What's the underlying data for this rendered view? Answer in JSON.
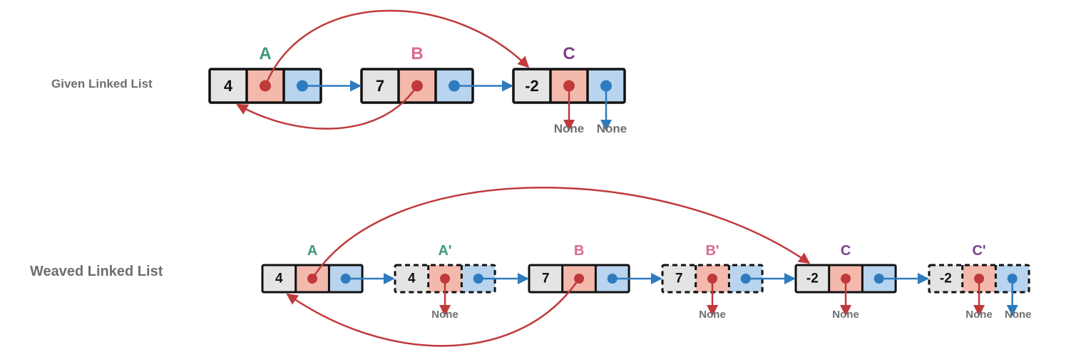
{
  "colors": {
    "data_cell": "#e4e4e4",
    "random_cell": "#f4b9ad",
    "next_cell": "#b8d4ee",
    "random_ptr": "#c0393b",
    "next_ptr": "#2e7bbf",
    "border": "#111111",
    "label_A": "#3b9a7a",
    "label_B": "#d96b8a",
    "label_C": "#7b3f8c",
    "muted_text": "#6e6e6e"
  },
  "given": {
    "row_label": "Given Linked List",
    "nodes": [
      {
        "id": "A",
        "label": "A",
        "value": "4",
        "color_key": "label_A",
        "dashed": false,
        "random_none": false,
        "next_none": false
      },
      {
        "id": "B",
        "label": "B",
        "value": "7",
        "color_key": "label_B",
        "dashed": false,
        "random_none": false,
        "next_none": false
      },
      {
        "id": "C",
        "label": "C",
        "value": "-2",
        "color_key": "label_C",
        "dashed": false,
        "random_none": true,
        "next_none": true
      }
    ],
    "random_links": [
      {
        "from": "A",
        "to": "C"
      },
      {
        "from": "B",
        "to": "A"
      }
    ],
    "none_text": "None"
  },
  "weaved": {
    "row_label": "Weaved Linked List",
    "nodes": [
      {
        "id": "A",
        "label": "A",
        "value": "4",
        "color_key": "label_A",
        "dashed": false,
        "random_none": false,
        "next_none": false
      },
      {
        "id": "A'",
        "label": "A'",
        "value": "4",
        "color_key": "label_A",
        "dashed": true,
        "random_none": true,
        "next_none": false
      },
      {
        "id": "B",
        "label": "B",
        "value": "7",
        "color_key": "label_B",
        "dashed": false,
        "random_none": false,
        "next_none": false
      },
      {
        "id": "B'",
        "label": "B'",
        "value": "7",
        "color_key": "label_B",
        "dashed": true,
        "random_none": true,
        "next_none": false
      },
      {
        "id": "C",
        "label": "C",
        "value": "-2",
        "color_key": "label_C",
        "dashed": false,
        "random_none": true,
        "next_none": false
      },
      {
        "id": "C'",
        "label": "C'",
        "value": "-2",
        "color_key": "label_C",
        "dashed": true,
        "random_none": true,
        "next_none": true
      }
    ],
    "random_links": [
      {
        "from": "A",
        "to": "C"
      },
      {
        "from": "B",
        "to": "A"
      }
    ],
    "none_text": "None"
  }
}
